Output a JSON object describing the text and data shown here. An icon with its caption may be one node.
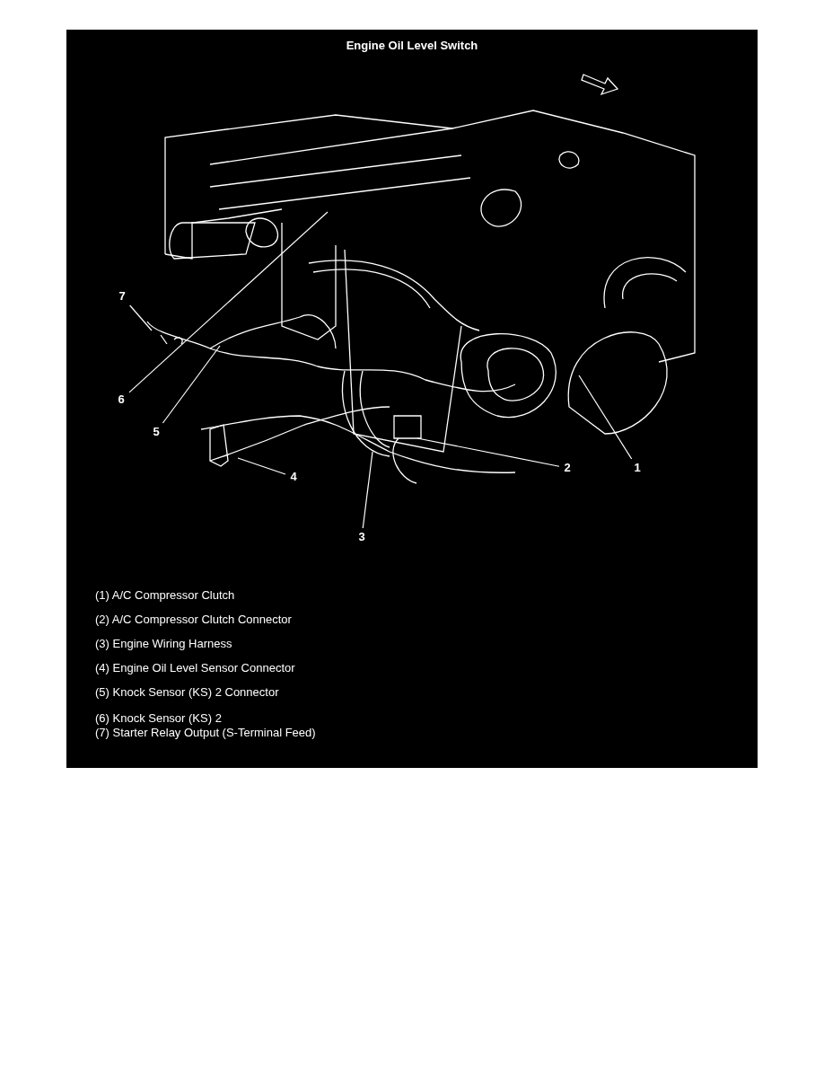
{
  "diagram": {
    "title": "Engine Oil Level Switch",
    "nodes": [
      {
        "text": [
          "7"
        ]
      },
      {
        "text": [
          "6"
        ]
      },
      {
        "text": [
          "5"
        ]
      },
      {
        "text": [
          "2"
        ]
      },
      {
        "text": [
          "1"
        ]
      },
      {
        "text": [
          "4"
        ]
      },
      {
        "text": [
          "3"
        ]
      }
    ],
    "edges": [
      {
        "from": 0,
        "to": null,
        "arrow": "none"
      },
      {
        "from": 1,
        "to": null,
        "arrow": "none"
      },
      {
        "from": 2,
        "to": null,
        "arrow": "none"
      },
      {
        "from": 3,
        "to": null,
        "arrow": "none"
      },
      {
        "from": 4,
        "to": null,
        "arrow": "none"
      },
      {
        "from": 5,
        "to": null,
        "arrow": "none"
      },
      {
        "from": 6,
        "to": null,
        "arrow": "none"
      }
    ],
    "labels": [
      "(1) A/C Compressor Clutch",
      "(2) A/C Compressor Clutch Connector",
      "(3) Engine Wiring Harness",
      "(4) Engine Oil Level Sensor Connector",
      "(5) Knock Sensor (KS) 2 Connector",
      "(6) Knock Sensor (KS) 2",
      "(7) Starter Relay Output (S-Terminal Feed)"
    ]
  }
}
